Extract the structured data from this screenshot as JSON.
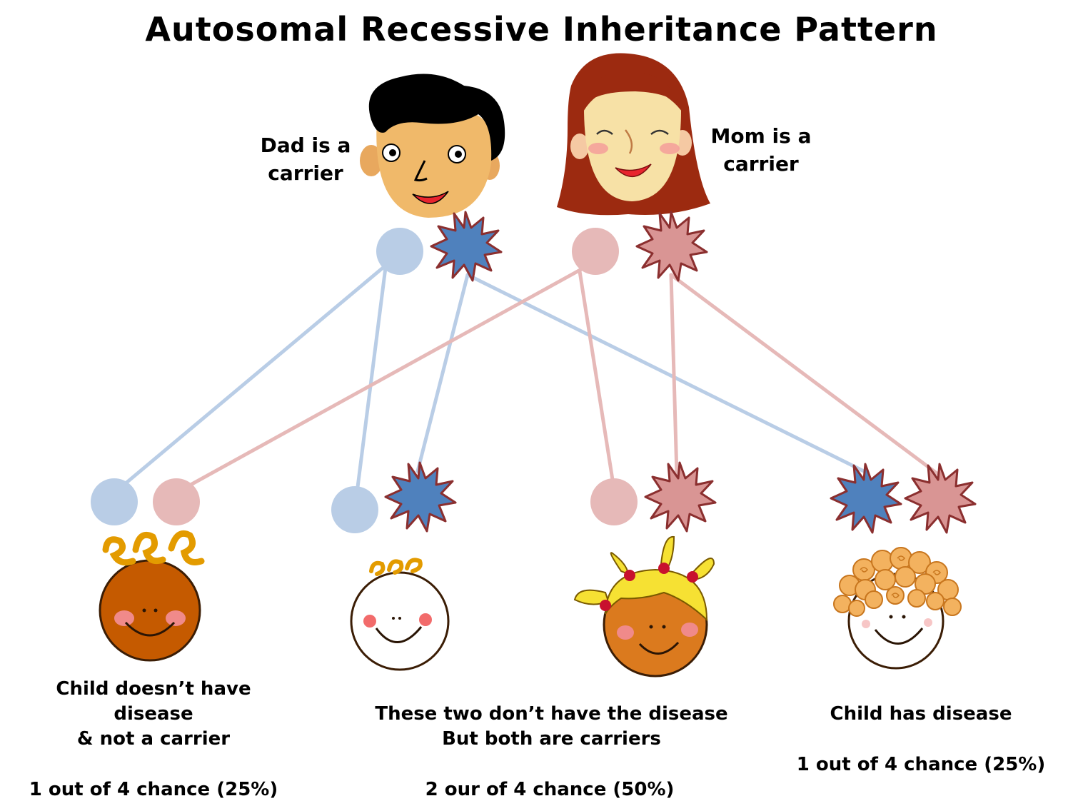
{
  "title": "Autosomal Recessive Inheritance Pattern",
  "parents": {
    "dad_label": [
      "Dad is a",
      "carrier"
    ],
    "mom_label": [
      "Mom is a",
      "carrier"
    ]
  },
  "children": [
    {
      "description": [
        "Child doesn’t have",
        "disease",
        "& not a carrier"
      ],
      "chance": "1 out of 4 chance (25%)"
    },
    {
      "description": [
        "These two don’t have the disease",
        "But both are carriers"
      ],
      "chance": "2 our of 4 chance (50%)"
    },
    {
      "description": [
        "Child has disease"
      ],
      "chance": "1 out of 4 chance (25%)"
    }
  ],
  "colors": {
    "dad_normal_gene": "#b9cde6",
    "dad_carrier_gene": "#4f81bd",
    "mom_normal_gene": "#e6b9b8",
    "mom_carrier_gene": "#d99594",
    "gene_outline": "#8b2f2f",
    "dad_line": "#b9cde6",
    "mom_line": "#e6b9b8"
  },
  "icons": {
    "dad": "dad-face-icon",
    "mom": "mom-face-icon",
    "normal_gene": "circle-gene-icon",
    "carrier_gene": "starburst-gene-icon",
    "children": [
      "child-face-icon-1",
      "child-face-icon-2",
      "child-face-icon-3",
      "child-face-icon-4"
    ]
  }
}
